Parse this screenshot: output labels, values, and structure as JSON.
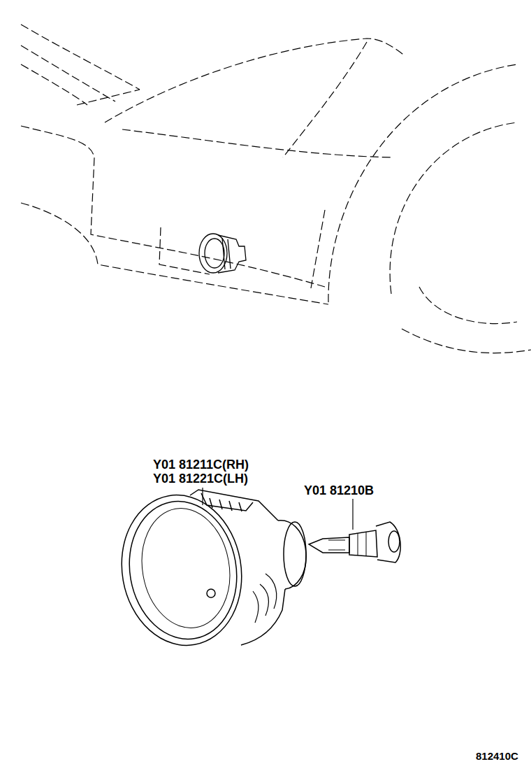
{
  "diagram": {
    "labels": [
      "Y01 81211C(RH)",
      "Y01 81221C(LH)",
      "Y01 81210B",
      "812410C"
    ]
  }
}
